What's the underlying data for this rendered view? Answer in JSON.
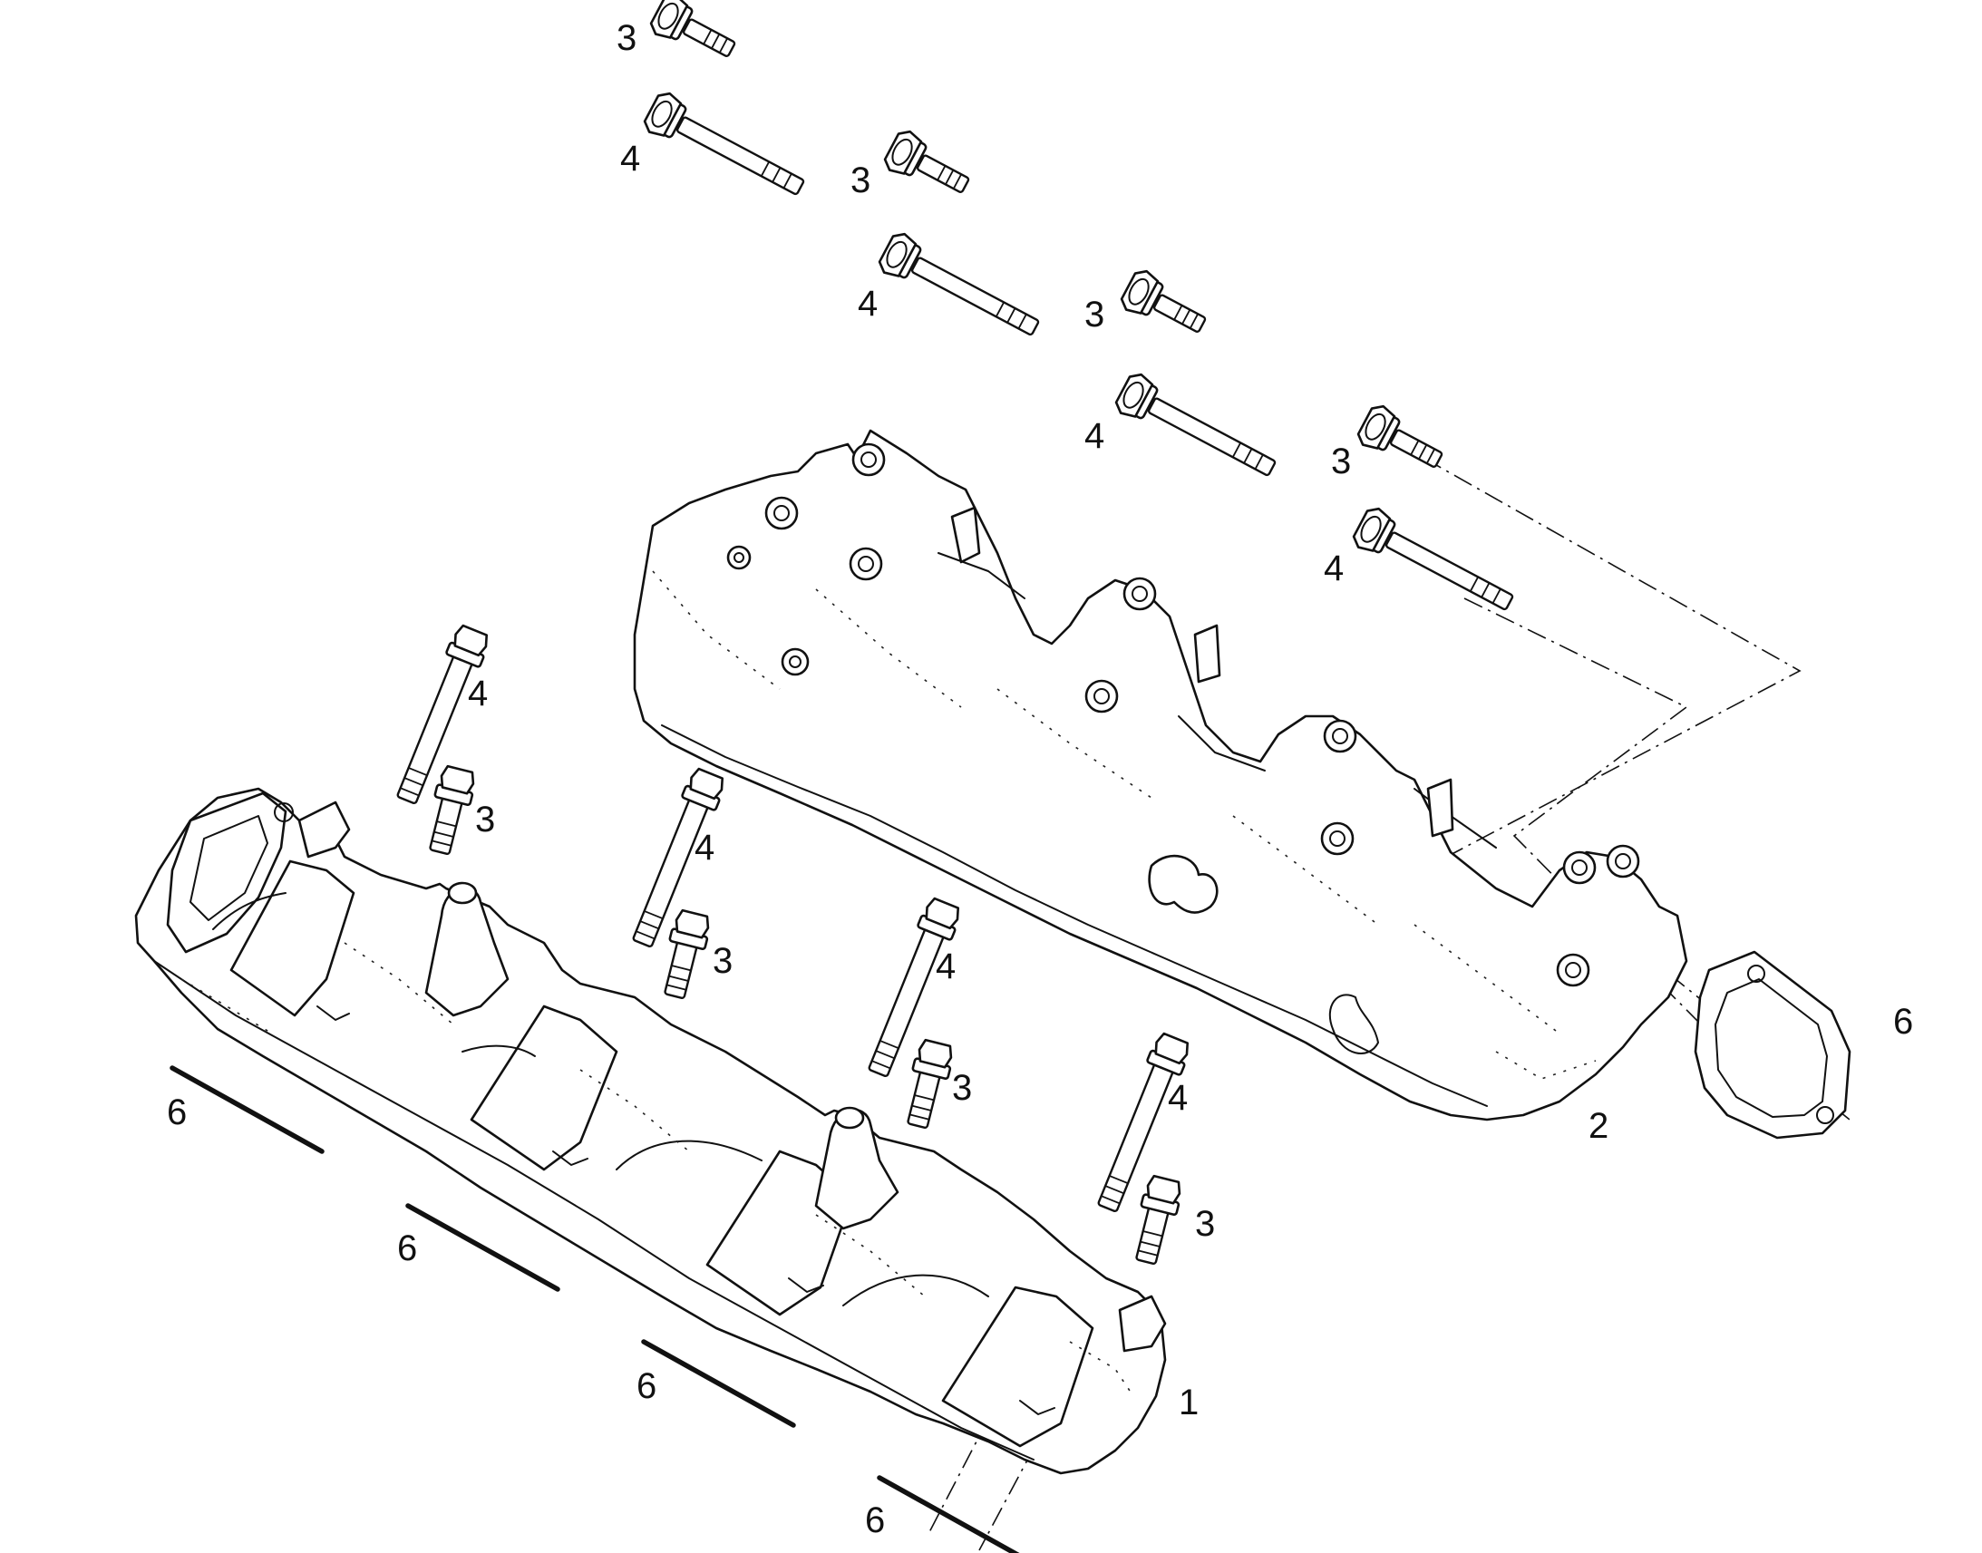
{
  "diagram": {
    "callouts": {
      "c1": "1",
      "c2": "2",
      "c3": "3",
      "c4": "4",
      "c6": "6"
    },
    "parts": {
      "p1": "exhaust-manifold-left",
      "p2": "exhaust-manifold-right",
      "p3": "short-bolt",
      "p4": "long-bolt",
      "p6": "gasket"
    }
  }
}
